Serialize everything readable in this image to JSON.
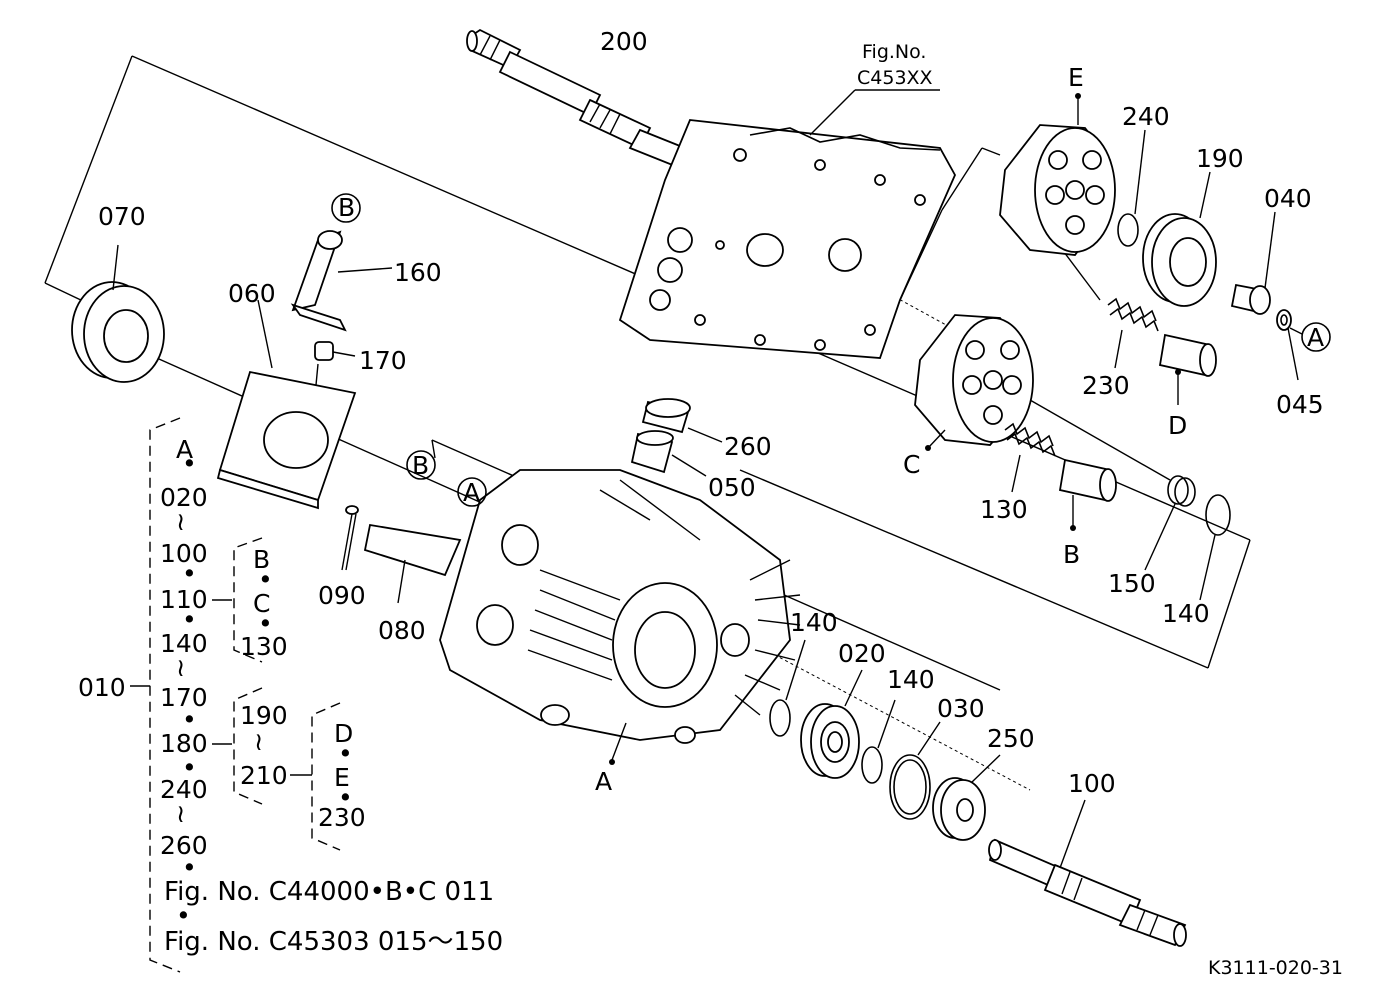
{
  "diagram": {
    "part_numbers": {
      "p200": "200",
      "p070": "070",
      "p060": "060",
      "p160": "160",
      "p170": "170",
      "p260": "260",
      "p050": "050",
      "p090": "090",
      "p080": "080",
      "p240": "240",
      "p190": "190",
      "p040": "040",
      "p230": "230",
      "p045": "045",
      "p130": "130",
      "p150": "150",
      "p140a": "140",
      "p140b": "140",
      "p140c": "140",
      "p020": "020",
      "p030": "030",
      "p250": "250",
      "p100": "100"
    },
    "fig_ref": {
      "line1": "Fig.No.",
      "line2": "C453XX"
    },
    "letters": {
      "B_top": "B",
      "B_housing": "B",
      "A_housing": "A",
      "A_right": "A",
      "A_bottom": "A",
      "E": "E",
      "D": "D",
      "C": "C",
      "B_right": "B"
    },
    "tree": {
      "root": "010",
      "col1": [
        "A",
        "020",
        "100",
        "110",
        "140",
        "170",
        "180",
        "240",
        "260"
      ],
      "col2a": [
        "B",
        "C",
        "130"
      ],
      "col2b": [
        "190",
        "210"
      ],
      "col3": [
        "D",
        "E",
        "230"
      ],
      "dot": "•",
      "tilde": "≀",
      "fig1": "Fig. No. C44000•B•C  011",
      "fig2": "Fig. No. C45303  015～150"
    },
    "code": "K3111-020-31"
  }
}
